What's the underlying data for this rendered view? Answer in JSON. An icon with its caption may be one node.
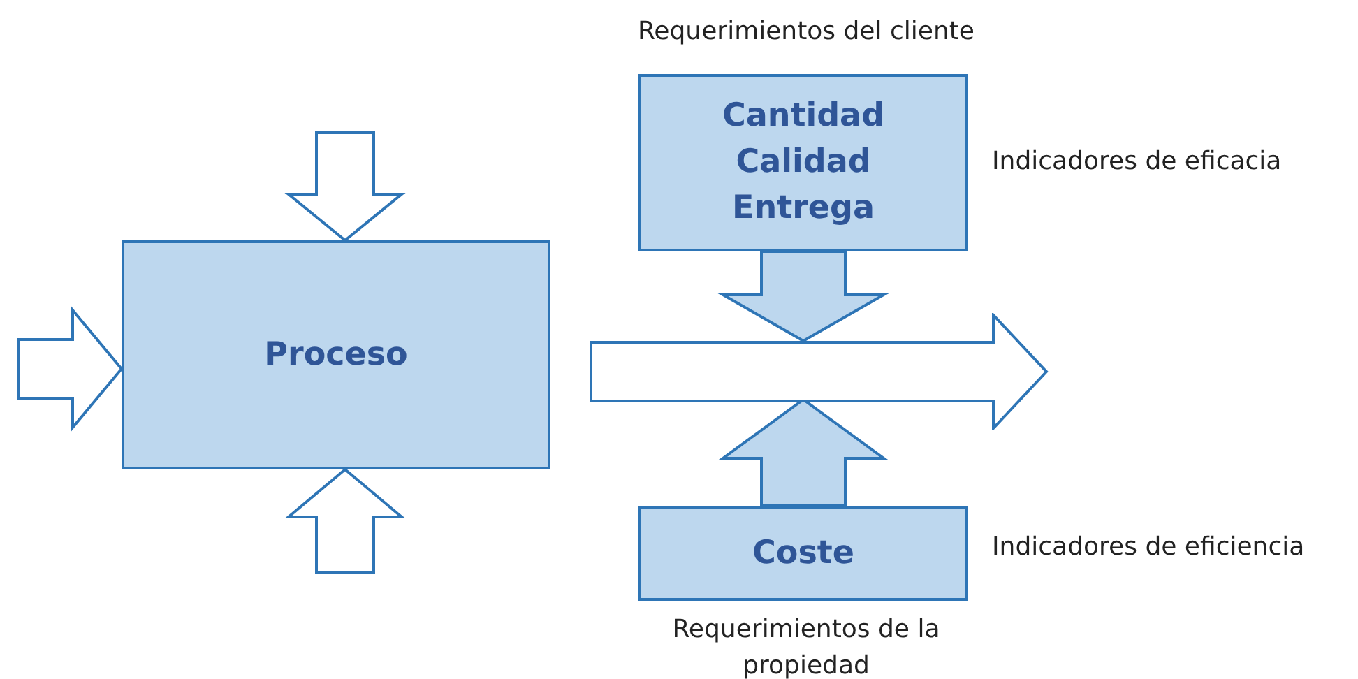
{
  "diagram": {
    "nodes": [
      {
        "text": [
          "Proceso"
        ]
      },
      {
        "text": [
          "Requerimientos del cliente",
          "Cantidad",
          "Calidad",
          "Entrega"
        ],
        "beside": [
          "Indicadores de eficacia"
        ]
      },
      {
        "text": [
          "Coste",
          "Requerimientos de la propiedad"
        ],
        "beside": [
          "Indicadores de eficiencia"
        ]
      },
      {
        "text": [],
        "shape": "arrow"
      }
    ],
    "edges": [
      {
        "from": null,
        "to": 0,
        "arrow": "to"
      },
      {
        "from": null,
        "to": 0,
        "arrow": "to"
      },
      {
        "from": null,
        "to": 0,
        "arrow": "to"
      },
      {
        "from": 1,
        "to": 3,
        "arrow": "to"
      },
      {
        "from": 2,
        "to": 3,
        "arrow": "to"
      }
    ]
  }
}
